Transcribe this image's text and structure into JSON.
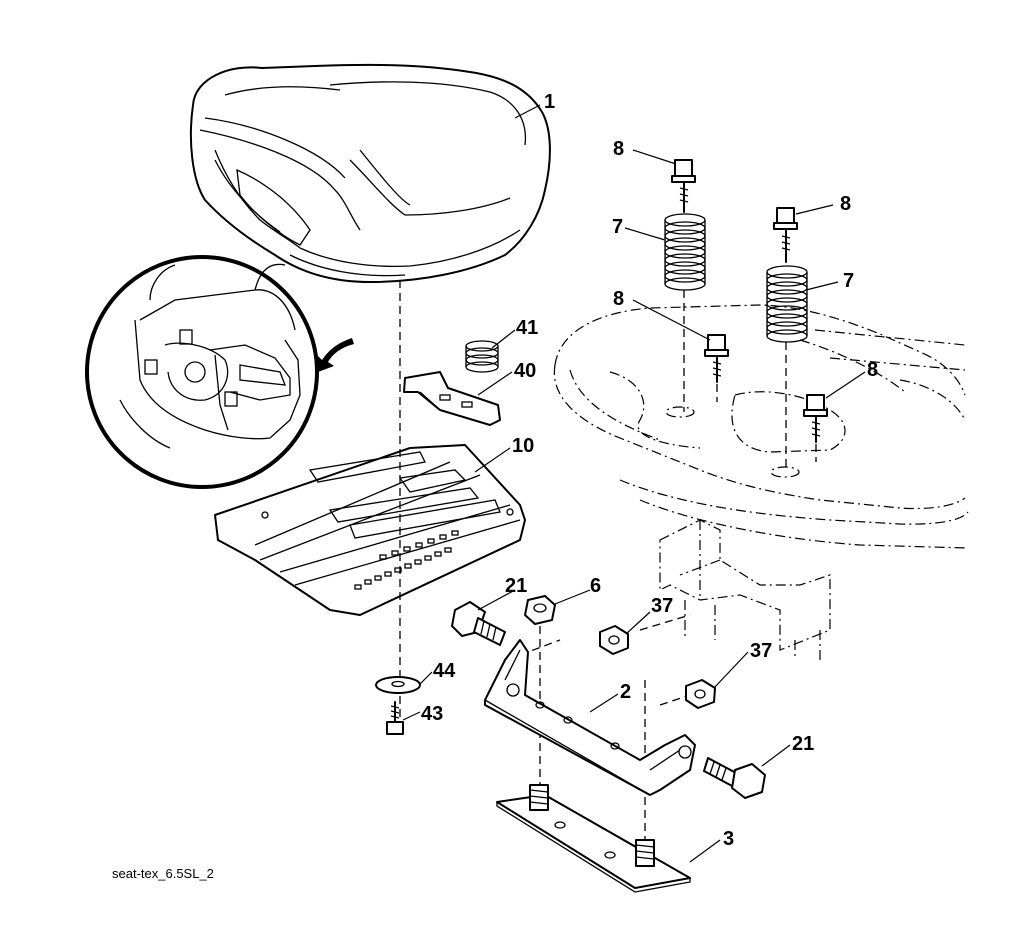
{
  "diagram": {
    "caption": "seat-tex_6.5SL_2",
    "callouts": {
      "seat": "1",
      "bracket": "2",
      "base_plate": "3",
      "nut_6": "6",
      "spring_left": "7",
      "spring_right": "7",
      "bolt_8_top_left": "8",
      "bolt_8_top_right": "8",
      "bolt_8_lower_left": "8",
      "bolt_8_lower_right": "8",
      "seat_pan": "10",
      "bolt_21_left": "21",
      "bolt_21_right": "21",
      "nut_37_upper": "37",
      "nut_37_lower": "37",
      "clip": "40",
      "small_spring": "41",
      "screw": "43",
      "washer": "44"
    }
  }
}
